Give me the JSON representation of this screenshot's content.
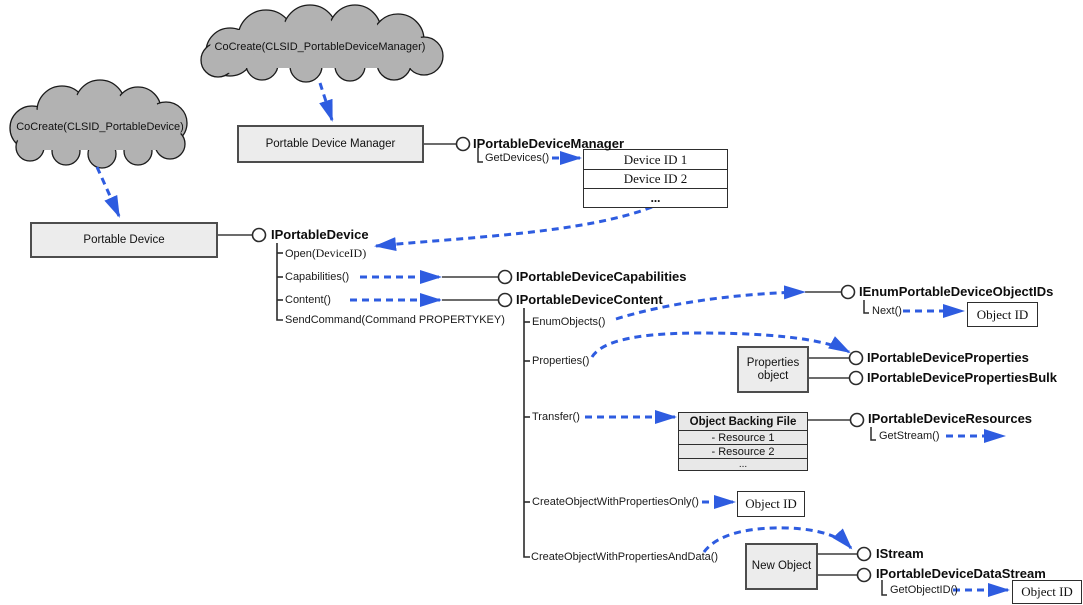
{
  "clouds": {
    "manager": "CoCreate(CLSID_PortableDeviceManager)",
    "device": "CoCreate(CLSID_PortableDevice)"
  },
  "boxes": {
    "portable_device_manager": "Portable Device Manager",
    "portable_device": "Portable Device",
    "properties_object_line1": "Properties",
    "properties_object_line2": "object",
    "new_object": "New Object"
  },
  "device_id_table": {
    "rows": [
      "Device ID 1",
      "Device ID 2",
      "..."
    ]
  },
  "backing_file_table": {
    "header": "Object Backing File",
    "rows": [
      "- Resource 1",
      "- Resource 2",
      "..."
    ]
  },
  "interfaces": {
    "portable_device_manager": {
      "label": "IPortableDeviceManager",
      "method_getdevices": "GetDevices()"
    },
    "portable_device": {
      "label": "IPortableDevice",
      "method_open_a": "Open(",
      "method_open_b": "DeviceID)",
      "method_capabilities": "Capabilities()",
      "method_content": "Content()",
      "method_sendcommand": "SendCommand(Command PROPERTYKEY)"
    },
    "capabilities": {
      "label": "IPortableDeviceCapabilities"
    },
    "content": {
      "label": "IPortableDeviceContent",
      "method_enumobjects": "EnumObjects()",
      "method_properties": "Properties()",
      "method_transfer": "Transfer()",
      "method_createonly": "CreateObjectWithPropertiesOnly()",
      "method_createdata": "CreateObjectWithPropertiesAndData()"
    },
    "enum_objectids": {
      "label": "IEnumPortableDeviceObjectIDs",
      "method_next": "Next()"
    },
    "properties": {
      "label": "IPortableDeviceProperties"
    },
    "properties_bulk": {
      "label": "IPortableDevicePropertiesBulk"
    },
    "resources": {
      "label": "IPortableDeviceResources",
      "method_getstream": "GetStream()"
    },
    "istream": {
      "label": "IStream"
    },
    "datastream": {
      "label": "IPortableDeviceDataStream",
      "method_getobjectid": "GetObjectID()"
    }
  },
  "object_id_labels": {
    "enum": "Object ID",
    "create_only": "Object ID",
    "datastream": "Object ID"
  },
  "colors": {
    "arrow_blue": "#2e5ce0",
    "cloud_fill": "#b2b2b2",
    "box_fill": "#ececec",
    "table_fill": "#e8e8e8"
  }
}
